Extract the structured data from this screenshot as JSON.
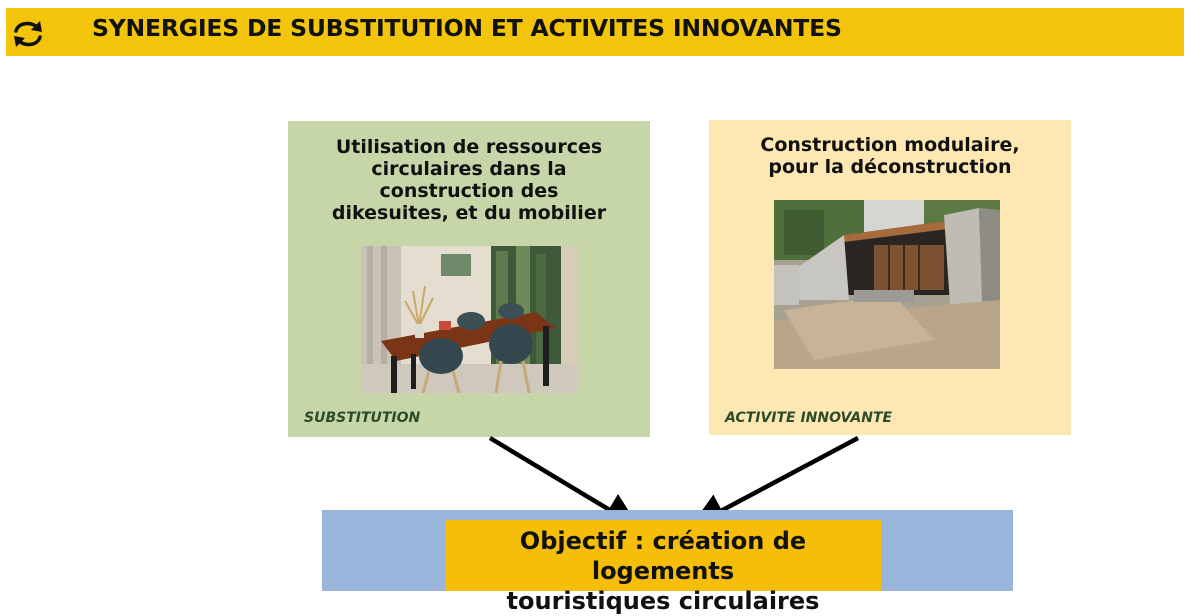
{
  "header": {
    "title": "SYNERGIES DE SUBSTITUTION ET ACTIVITES INNOVANTES",
    "icon": "cycle-arrows-icon",
    "band_color": "#f2c40a"
  },
  "cards": [
    {
      "heading_lines": [
        "Utilisation de ressources",
        "circulaires dans la",
        "construction des",
        "dikesuites, et du mobilier"
      ],
      "tag": "SUBSTITUTION",
      "image": "dining-room-photo",
      "color": "#c6d6a8"
    },
    {
      "heading_lines": [
        "Construction modulaire,",
        "pour la déconstruction"
      ],
      "tag": "ACTIVITE INNOVANTE",
      "image": "modular-building-photo",
      "color": "#fde8b4"
    }
  ],
  "goal": {
    "lines": [
      "Objectif : création de logements",
      "touristiques circulaires"
    ],
    "box_color": "#9ab5dc",
    "highlight_color": "#f5be0a"
  }
}
